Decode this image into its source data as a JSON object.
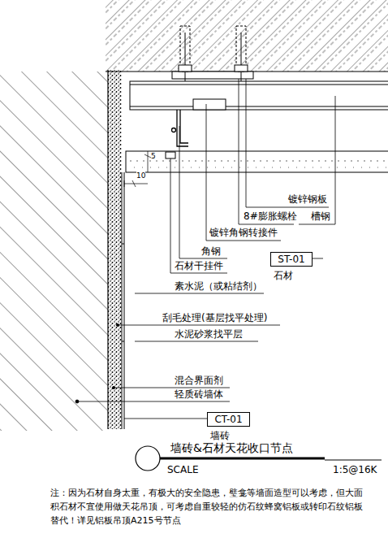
{
  "diagram": {
    "title": "墙砖&石材天花收口节点",
    "nodes": [
      {
        "text": [
          "ST-01",
          "石材"
        ]
      },
      {
        "text": [
          "CT-01",
          "墙砖"
        ]
      }
    ],
    "labels": [
      "镀锌钢板",
      "8#膨胀螺栓",
      "槽钢",
      "镀锌角钢转接件",
      "角钢",
      "石材干挂件",
      "素水泥（或粘结剂）",
      "刮毛处理(基层找平处理)",
      "水泥砂浆找平层",
      "混合界面剂",
      "轻质砖墙体",
      "SCALE",
      "1:5@16K",
      "注：因为石材自身太重，有极大的安全隐患，璧龛等墙面造型可以考虑，但大面积石材不宜使用做天花吊顶，可考虑自重较轻的仿石纹蜂窝铝板或转印石纹铝板替代！详见铝板吊顶A215号节点",
      "10",
      "5"
    ]
  }
}
